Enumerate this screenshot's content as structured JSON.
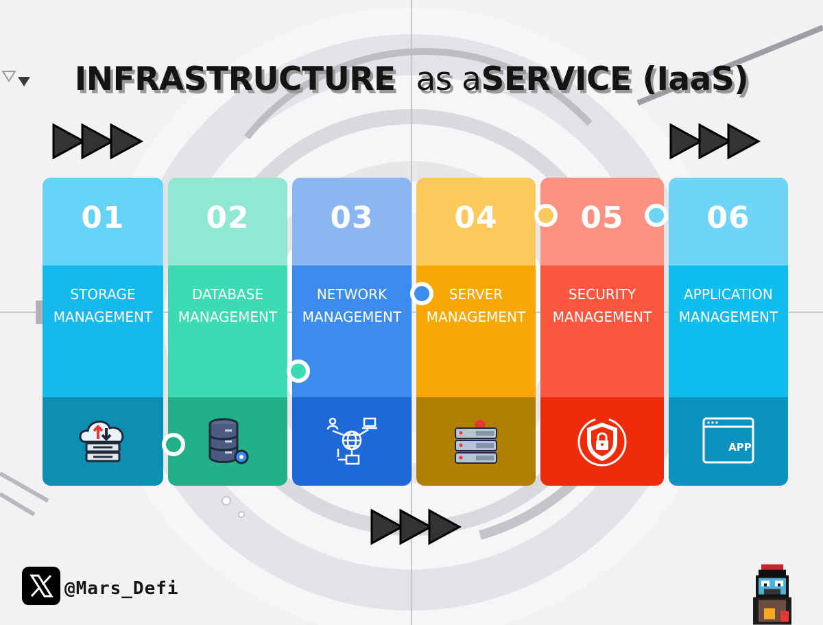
{
  "title": {
    "part1": "INFRASTRUCTURE",
    "part2": "as a",
    "part3": "SERVICE",
    "part4": "(IaaS)"
  },
  "cards": [
    {
      "number": "01",
      "line1": "STORAGE",
      "line2": "MANAGEMENT",
      "icon": "cloud-server-icon",
      "colors": {
        "top": "#66d3f6",
        "mid": "#15b9ec",
        "bottom": "#0d8fb4"
      }
    },
    {
      "number": "02",
      "line1": "DATABASE",
      "line2": "MANAGEMENT",
      "icon": "database-gear-icon",
      "colors": {
        "top": "#8ee8d3",
        "mid": "#3bdbb4",
        "bottom": "#22b088"
      }
    },
    {
      "number": "03",
      "line1": "NETWORK",
      "line2": "MANAGEMENT",
      "icon": "network-globe-icon",
      "colors": {
        "top": "#8ab6f1",
        "mid": "#3b8cec",
        "bottom": "#1e69d6"
      }
    },
    {
      "number": "04",
      "line1": "SERVER",
      "line2": "MANAGEMENT",
      "icon": "server-rack-icon",
      "colors": {
        "top": "#fdc95c",
        "mid": "#f7a804",
        "bottom": "#b27f05"
      }
    },
    {
      "number": "05",
      "line1": "SECURITY",
      "line2": "MANAGEMENT",
      "icon": "security-shield-icon",
      "colors": {
        "top": "#fc9182",
        "mid": "#fb573f",
        "bottom": "#ee2c0c"
      }
    },
    {
      "number": "06",
      "line1": "APPLICATION",
      "line2": "MANAGEMENT",
      "icon": "app-window-icon",
      "colors": {
        "top": "#6fd5f8",
        "mid": "#0fbdee",
        "bottom": "#0c92be"
      }
    }
  ],
  "app_icon_text": "APP",
  "footer": {
    "handle": "@Mars_Defi",
    "x_logo": "x-logo-icon",
    "avatar": "pixel-avatar-icon"
  }
}
